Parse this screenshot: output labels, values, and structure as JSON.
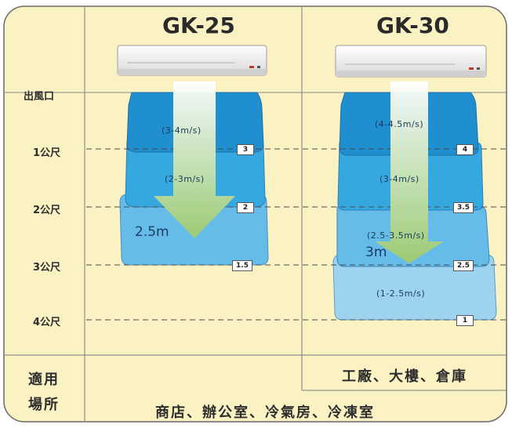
{
  "models": [
    {
      "name": "GK-25",
      "range": "2.5m",
      "zones": [
        {
          "speed": "(3-4m/s)"
        },
        {
          "speed": "(2-3m/s)"
        }
      ],
      "markers": [
        "3",
        "2",
        "1.5"
      ]
    },
    {
      "name": "GK-30",
      "range": "3m",
      "zones": [
        {
          "speed": "(4-4.5m/s)"
        },
        {
          "speed": "(3-4m/s)"
        },
        {
          "speed": "(2.5-3.5m/s)"
        },
        {
          "speed": "(1-2.5m/s)"
        }
      ],
      "markers": [
        "4",
        "3.5",
        "2.5",
        "1"
      ]
    }
  ],
  "rows": [
    "出風口",
    "1公尺",
    "2公尺",
    "3公尺",
    "4公尺"
  ],
  "usage": {
    "label_line1": "適用",
    "label_line2": "場所",
    "gk30_places": "工廠、大樓、倉庫",
    "shared_places": "商店、辦公室、冷氣房、冷凍室"
  },
  "colors": {
    "background": "#fbf2c4",
    "zone_dark": "#1f8fcf",
    "zone_mid": "#35a8df",
    "zone_light": "#66bce8",
    "zone_pale": "#9ed3f0",
    "arrow": "#b7d98f"
  }
}
